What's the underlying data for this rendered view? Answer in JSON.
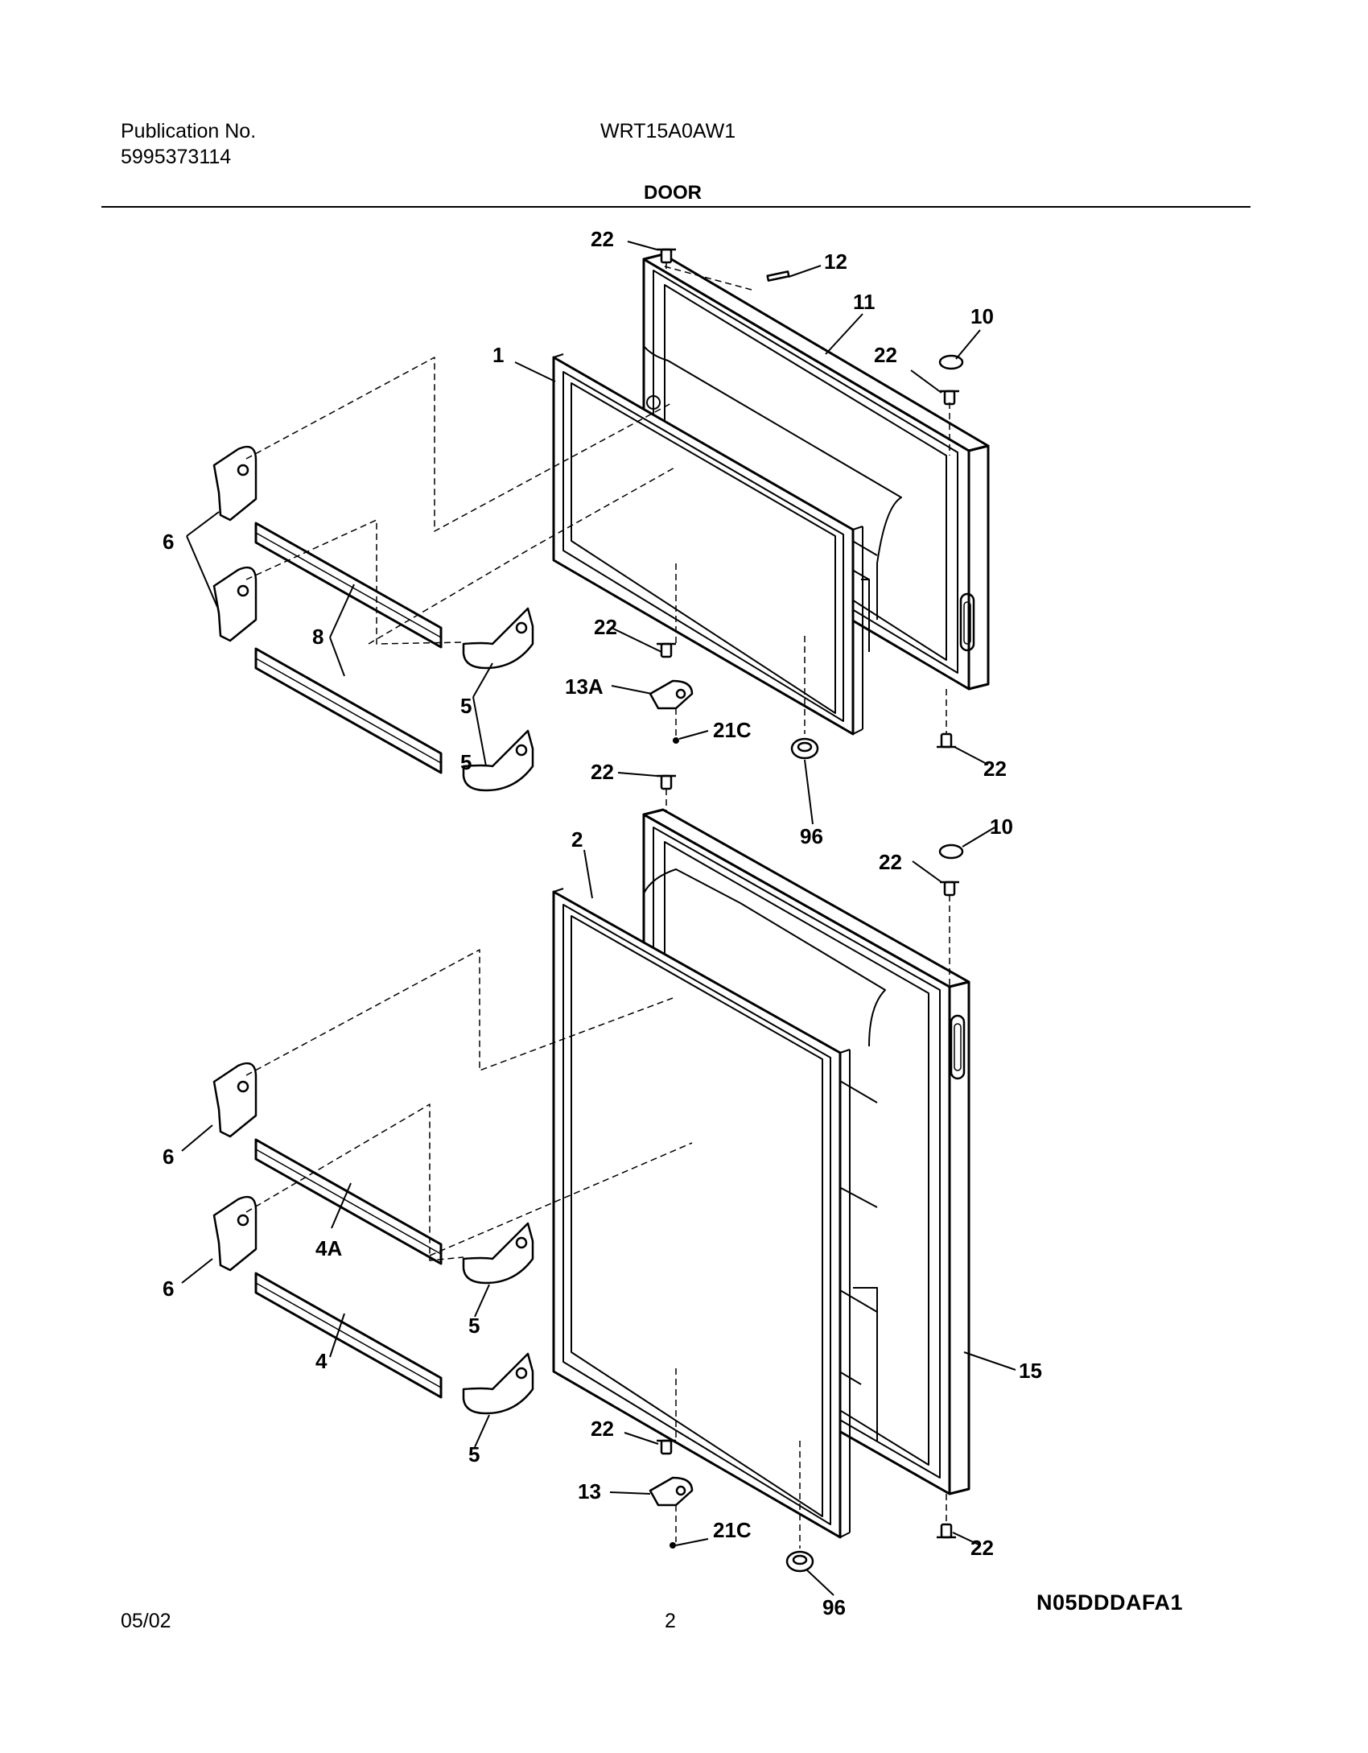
{
  "header": {
    "publication_label": "Publication No.",
    "publication_number": "5995373114",
    "model": "WRT15A0AW1",
    "section": "DOOR"
  },
  "footer": {
    "date": "05/02",
    "page": "2",
    "diagram_code": "N05DDDAFA1"
  },
  "callouts": {
    "c1": "1",
    "c2": "2",
    "c4": "4",
    "c4a": "4A",
    "c5a": "5",
    "c5b": "5",
    "c5c": "5",
    "c5d": "5",
    "c6a": "6",
    "c6b": "6",
    "c6c": "6",
    "c8": "8",
    "c10a": "10",
    "c10b": "10",
    "c11": "11",
    "c12": "12",
    "c13": "13",
    "c13a": "13A",
    "c15": "15",
    "c21ca": "21C",
    "c21cb": "21C",
    "c22a": "22",
    "c22b": "22",
    "c22c": "22",
    "c22d": "22",
    "c22e": "22",
    "c22f": "22",
    "c22g": "22",
    "c22h": "22",
    "c96a": "96",
    "c96b": "96"
  }
}
